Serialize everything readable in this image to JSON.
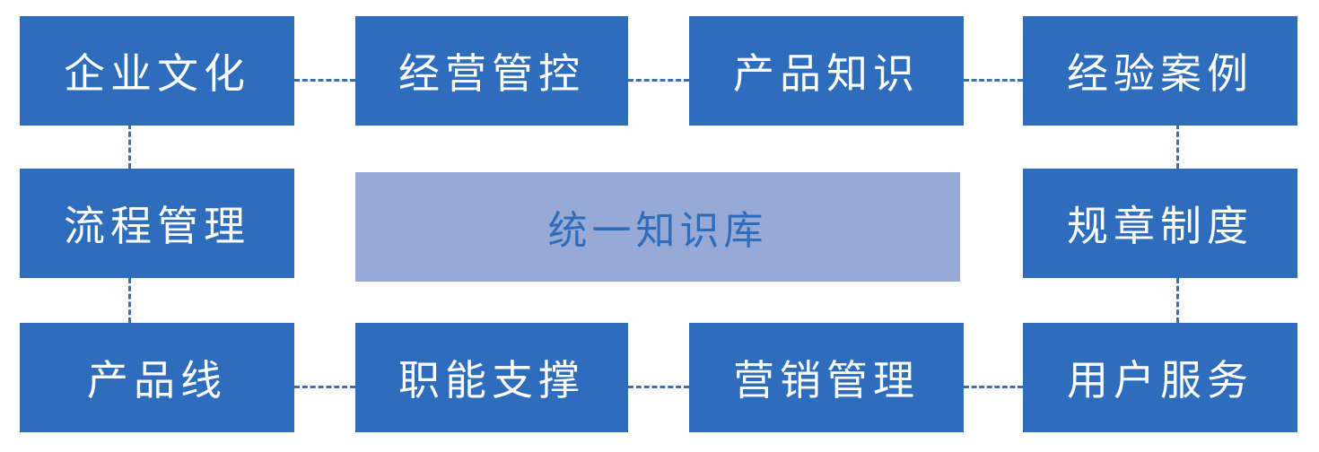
{
  "colors": {
    "box_fill": "#2e6dbb",
    "box_text": "#ffffff",
    "center_fill": "#97a9d6",
    "center_text": "#2e6dbb",
    "connector": "#3f6fa8"
  },
  "center": {
    "label": "统一知识库"
  },
  "nodes": {
    "top": [
      "企业文化",
      "经营管控",
      "产品知识",
      "经验案例"
    ],
    "middle_left": "流程管理",
    "middle_right": "规章制度",
    "bottom": [
      "产品线",
      "职能支撑",
      "营销管理",
      "用户服务"
    ]
  },
  "connectors": {
    "style": "dashed"
  }
}
